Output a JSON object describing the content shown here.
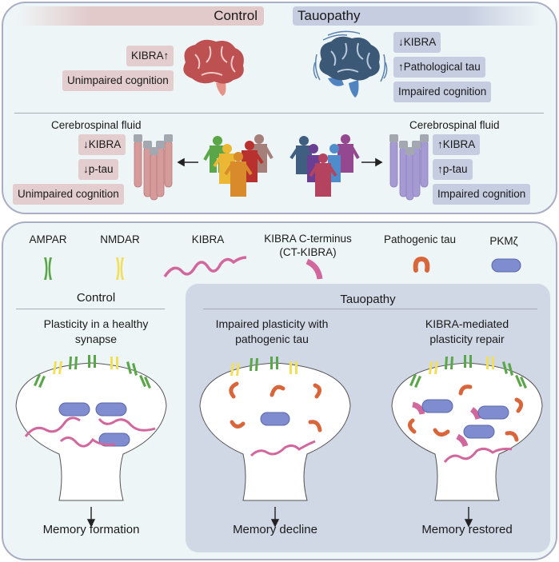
{
  "top": {
    "control_header": "Control",
    "tauopathy_header": "Tauopathy",
    "control_tags": [
      "KIBRA",
      "Unimpaired cognition"
    ],
    "control_kibra_arrow": "↑",
    "tau_tags": [
      {
        "arrow": "↓",
        "text": "KIBRA"
      },
      {
        "arrow": "↑",
        "text": "Pathological tau"
      },
      {
        "arrow": "",
        "text": "Impaired cognition"
      }
    ],
    "csf_left": {
      "title": "Cerebrospinal fluid",
      "tags": [
        {
          "arrow": "↓",
          "text": "KIBRA"
        },
        {
          "arrow": "↓",
          "text": "p-tau"
        },
        {
          "arrow": "",
          "text": "Unimpaired cognition"
        }
      ]
    },
    "csf_right": {
      "title": "Cerebrospinal fluid",
      "tags": [
        {
          "arrow": "↑",
          "text": "KIBRA"
        },
        {
          "arrow": "↑",
          "text": "p-tau"
        },
        {
          "arrow": "",
          "text": "Impaired cognition"
        }
      ]
    }
  },
  "legend": {
    "ampar": "AMPAR",
    "nmdar": "NMDAR",
    "kibra": "KIBRA",
    "ct_kibra_1": "KIBRA C-terminus",
    "ct_kibra_2": "(CT-KIBRA)",
    "tau": "Pathogenic tau",
    "pkmz": "PKMζ"
  },
  "bottom": {
    "control_header": "Control",
    "tauopathy_header": "Tauopathy",
    "panels": [
      {
        "title_1": "Plasticity in a healthy",
        "title_2": "synapse",
        "outcome": "Memory formation"
      },
      {
        "title_1": "Impaired plasticity with",
        "title_2": "pathogenic tau",
        "outcome": "Memory decline"
      },
      {
        "title_1": "KIBRA-mediated",
        "title_2": "plasticity repair",
        "outcome": "Memory restored"
      }
    ]
  },
  "colors": {
    "control_pink": "#e3cdce",
    "tau_blue": "#c6cde0",
    "ampar_green": "#5aa648",
    "nmdar_yellow": "#f1df5a",
    "kibra_pink": "#d2679e",
    "tau_orange": "#d9663a",
    "pkmz_blue": "#7f8ccf"
  }
}
